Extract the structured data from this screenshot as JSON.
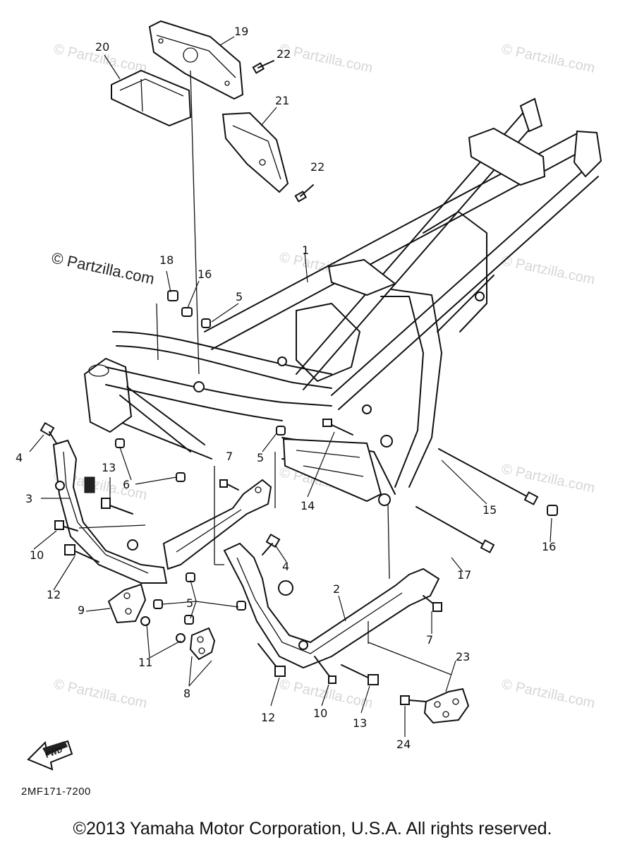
{
  "diagram": {
    "diagram_code": "2MF171-7200",
    "copyright": "©2013 Yamaha Motor Corporation, U.S.A. All rights reserved.",
    "fwd_label": "FWD",
    "watermark_prominent": "© Partzilla.com",
    "watermark_faint": "© Partzilla.com",
    "callouts": {
      "c1": "1",
      "c2": "2",
      "c3": "3",
      "c4a": "4",
      "c4b": "4",
      "c5a": "5",
      "c5b": "5",
      "c5c": "5",
      "c6": "6",
      "c7a": "7",
      "c7b": "7",
      "c8": "8",
      "c9": "9",
      "c10a": "10",
      "c10b": "10",
      "c11": "11",
      "c12a": "12",
      "c12b": "12",
      "c13a": "13",
      "c13b": "13",
      "c14": "14",
      "c15": "15",
      "c16a": "16",
      "c16b": "16",
      "c17": "17",
      "c18": "18",
      "c19": "19",
      "c20": "20",
      "c21": "21",
      "c22a": "22",
      "c22b": "22",
      "c23": "23",
      "c24": "24"
    }
  }
}
